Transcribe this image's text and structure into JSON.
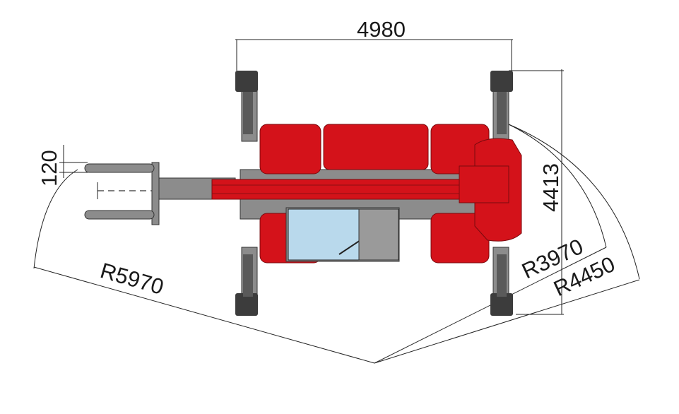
{
  "dimensions": {
    "overall_width": "4980",
    "overall_length": "4413",
    "fork_offset": "120",
    "inner_radius": "R3970",
    "outer_radius": "R4450",
    "fork_radius": "R5970"
  },
  "colors": {
    "body_red": "#d4121a",
    "body_red_dark": "#8e0d12",
    "chassis_grey": "#8c8c8c",
    "wheel_dark": "#3c3c3c",
    "cab_glass": "#b9d9ec",
    "line": "#222222"
  }
}
